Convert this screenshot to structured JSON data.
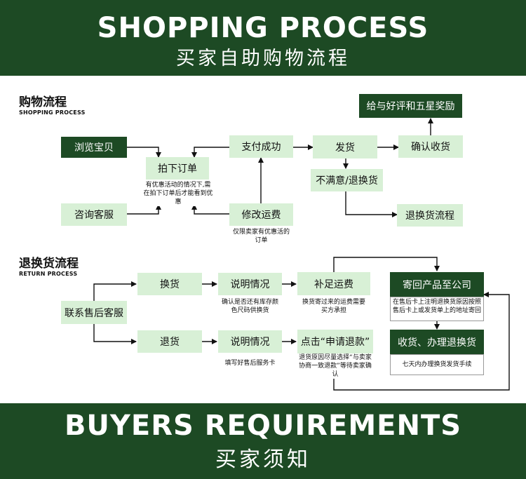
{
  "header": {
    "title_en": "SHOPPING PROCESS",
    "title_cn": "买家自助购物流程"
  },
  "shopping": {
    "title_cn": "购物流程",
    "title_en": "SHOPPING PROCESS",
    "browse": "浏览宝贝",
    "place_order": "拍下订单",
    "order_note": "有优惠活动的情况下,需在拍下订单后才能看到优惠",
    "consult": "咨询客服",
    "pay_success": "支付成功",
    "modify_freight": "修改运费",
    "freight_note": "仅限卖家有优惠活的订单",
    "ship": "发货",
    "confirm_receipt": "确认收货",
    "review_reward": "给与好评和五星奖励",
    "unsatisfied": "不满意/退换货",
    "return_flow": "退换货流程"
  },
  "returns": {
    "title_cn": "退换货流程",
    "title_en": "RETURN PROCESS",
    "contact": "联系售后客服",
    "exchange": "换货",
    "explain1": "说明情况",
    "explain1_note": "确认是否还有库存颜色尺码供换货",
    "pay_freight": "补足运费",
    "pay_freight_note": "换货寄过来的运费需要买方承担",
    "send_back": "寄回产品至公司",
    "send_back_note": "在售后卡上注明退换货原因按照售后卡上或发货单上的地址寄回",
    "refund": "退货",
    "explain2": "说明情况",
    "explain2_note": "填写好售后服务卡",
    "apply_refund": "点击“申请退款”",
    "apply_refund_note": "退货原因尽量选择“与卖家协商一致退款”等待卖家确认",
    "receive": "收货、办理退换货",
    "receive_note": "七天内办理换货发货手续"
  },
  "footer": {
    "title_en": "BUYERS REQUIREMENTS",
    "title_cn": "买家须知"
  },
  "colors": {
    "dark_green": "#1d4a24",
    "light_green": "#d8f0d6"
  }
}
